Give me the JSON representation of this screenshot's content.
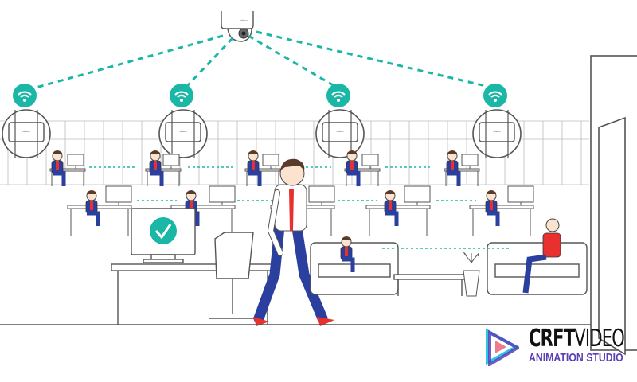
{
  "scene": {
    "camera_brand_label": "cisco",
    "access_point_brand_label": "cisco",
    "access_points": [
      "ap-1",
      "ap-2",
      "ap-3",
      "ap-4"
    ],
    "status_icon": "checkmark-icon",
    "colors": {
      "wifi_teal": "#1bb7a6",
      "connection_line": "#1bb7a6",
      "shirt_red": "#e8312f",
      "suit_blue": "#2a3f9e",
      "line_gray": "#555555",
      "floor": "#ffffff"
    }
  },
  "logo": {
    "brand_bold": "CRFT",
    "brand_thin": "VIDEO",
    "tagline": "ANIMATION STUDIO",
    "colors": {
      "purple": "#5b3fb5",
      "pink": "#f07a8c",
      "cyan": "#29c7e6"
    }
  }
}
